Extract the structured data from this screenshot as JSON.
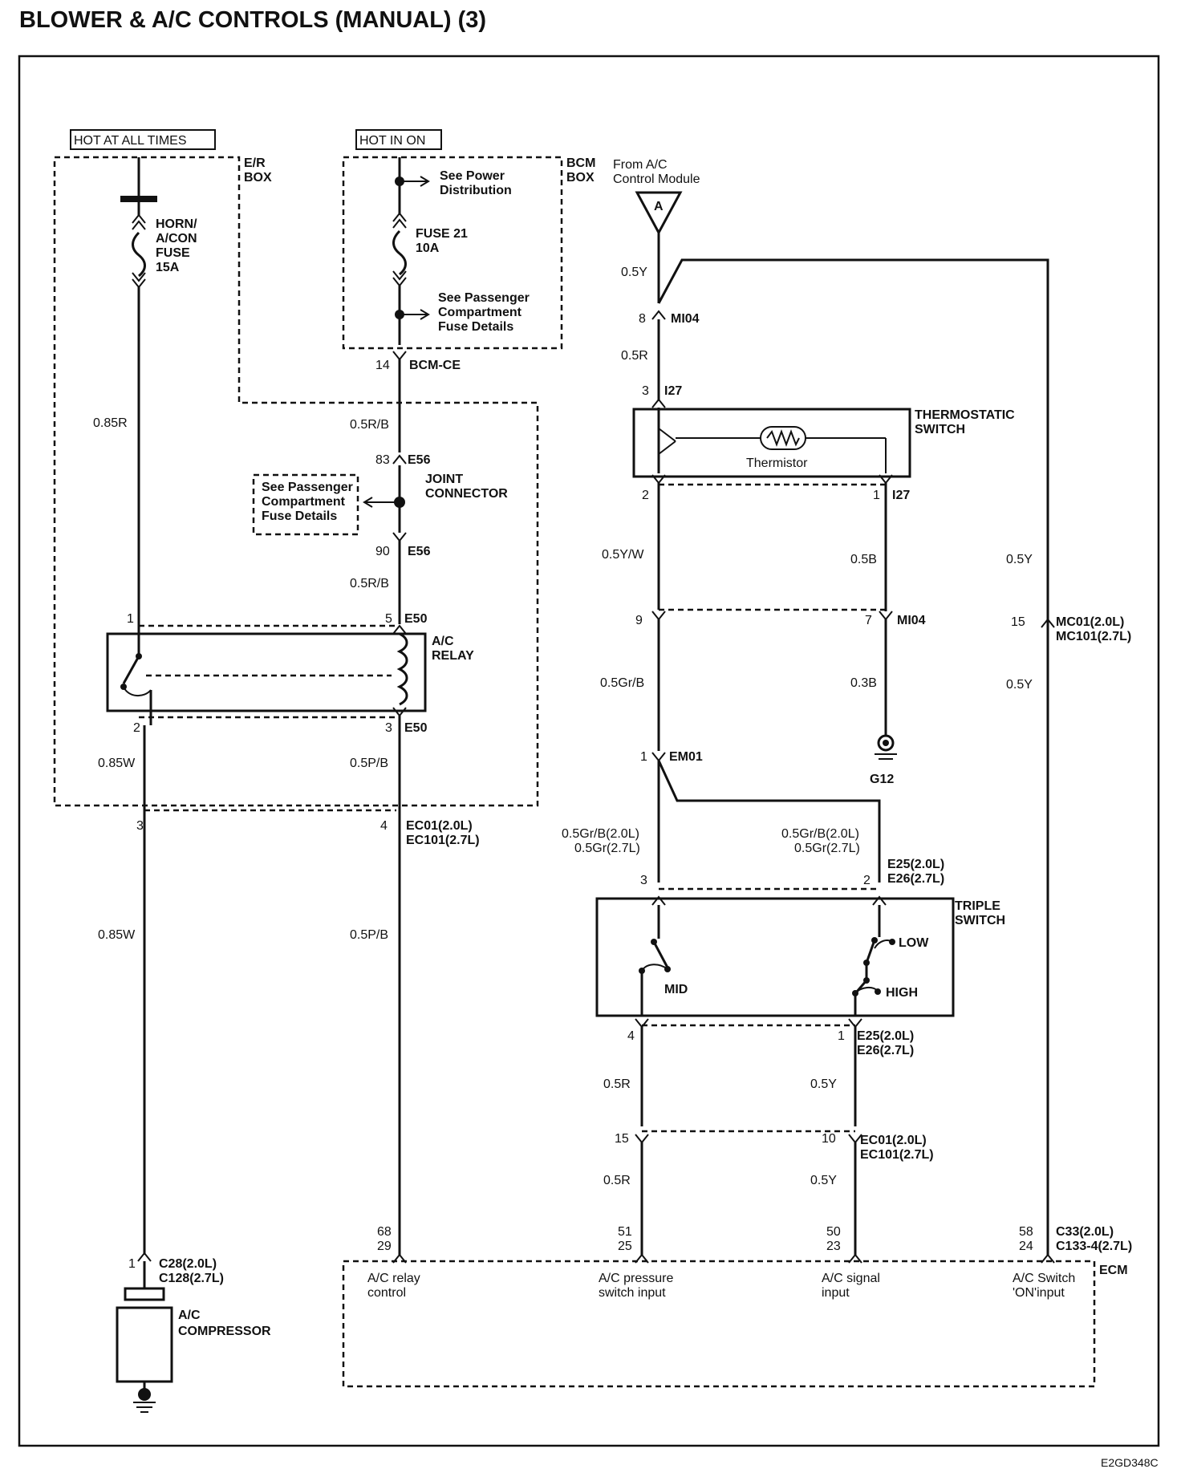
{
  "title": "BLOWER & A/C CONTROLS (MANUAL) (3)",
  "figure_code": "E2GD348C",
  "power": {
    "hot_at_all_times": "HOT AT ALL TIMES",
    "hot_in_on": "HOT IN ON",
    "er_box": [
      "E/R",
      "BOX"
    ],
    "bcm_box": [
      "BCM",
      "BOX"
    ]
  },
  "fuses": {
    "horn": [
      "HORN/",
      "A/CON",
      "FUSE",
      "15A"
    ],
    "fuse21": [
      "FUSE 21",
      "10A"
    ]
  },
  "refs": {
    "power_dist": [
      "See Power",
      "Distribution"
    ],
    "pass_fuse_1": [
      "See Passenger",
      "Compartment",
      "Fuse Details"
    ],
    "pass_fuse_2": [
      "See Passenger",
      "Compartment",
      "Fuse Details"
    ],
    "from_ac": [
      "From A/C",
      "Control Module"
    ],
    "connector_a": "A"
  },
  "components": {
    "joint_connector": [
      "JOINT",
      "CONNECTOR"
    ],
    "ac_relay": [
      "A/C",
      "RELAY"
    ],
    "thermostatic": [
      "THERMOSTATIC",
      "SWITCH"
    ],
    "thermistor": "Thermistor",
    "triple": [
      "TRIPLE",
      "SWITCH"
    ],
    "low": "LOW",
    "mid": "MID",
    "high": "HIGH",
    "compressor": [
      "A/C",
      "COMPRESSOR"
    ],
    "ecm": "ECM",
    "ground": "G12"
  },
  "wires": {
    "w085r": "0.85R",
    "w085w_1": "0.85W",
    "w085w_2": "0.85W",
    "w05rb_1": "0.5R/B",
    "w05rb_2": "0.5R/B",
    "w05pb_1": "0.5P/B",
    "w05pb_2": "0.5P/B",
    "w05y_top": "0.5Y",
    "w05r_top": "0.5R",
    "w05yw": "0.5Y/W",
    "w05b": "0.5B",
    "w03b": "0.3B",
    "w05grb": "0.5Gr/B",
    "w05y_r1": "0.5Y",
    "w05y_r2": "0.5Y",
    "w05gr_left": [
      "0.5Gr/B(2.0L)",
      "0.5Gr(2.7L)"
    ],
    "w05gr_right": [
      "0.5Gr/B(2.0L)",
      "0.5Gr(2.7L)"
    ],
    "w05r_b1": "0.5R",
    "w05r_b2": "0.5R",
    "w05y_b1": "0.5Y",
    "w05y_b2": "0.5Y"
  },
  "connectors": {
    "bcm_ce": "BCM-CE",
    "e56_top": "E56",
    "e56_bot": "E56",
    "e50_top": "E50",
    "e50_bot": "E50",
    "ec01": [
      "EC01(2.0L)",
      "EC101(2.7L)"
    ],
    "c28": [
      "C28(2.0L)",
      "C128(2.7L)"
    ],
    "mi04_top": "MI04",
    "mi04_mid": "MI04",
    "i27_top": "I27",
    "i27_bot": "I27",
    "em01": "EM01",
    "mc01": [
      "MC01(2.0L)",
      "MC101(2.7L)"
    ],
    "e25_top": [
      "E25(2.0L)",
      "E26(2.7L)"
    ],
    "e25_bot": [
      "E25(2.0L)",
      "E26(2.7L)"
    ],
    "ec01_r": [
      "EC01(2.0L)",
      "EC101(2.7L)"
    ],
    "c33": [
      "C33(2.0L)",
      "C133-4(2.7L)"
    ]
  },
  "pins": {
    "p14": "14",
    "p83": "83",
    "p90": "90",
    "p1_relay": "1",
    "p5_relay": "5",
    "p2_relay": "2",
    "p3_relay": "3",
    "p3_ec": "3",
    "p4_ec": "4",
    "p1_c28": "1",
    "p8": "8",
    "p3_i27": "3",
    "p2_i27": "2",
    "p1_i27": "1",
    "p9": "9",
    "p7": "7",
    "p1_em": "1",
    "p15_mc": "15",
    "p3_ts": "3",
    "p2_ts": "2",
    "p4_ts": "4",
    "p1_ts": "1",
    "p15": "15",
    "p10": "10",
    "ecm1": [
      "68",
      "29"
    ],
    "ecm2": [
      "51",
      "25"
    ],
    "ecm3": [
      "50",
      "23"
    ],
    "ecm4": [
      "58",
      "24"
    ]
  },
  "ecm_inputs": {
    "relay": [
      "A/C relay",
      "control"
    ],
    "pressure": [
      "A/C pressure",
      "switch input"
    ],
    "signal": [
      "A/C signal",
      "input"
    ],
    "switch_on": [
      "A/C Switch",
      "'ON'input"
    ]
  }
}
